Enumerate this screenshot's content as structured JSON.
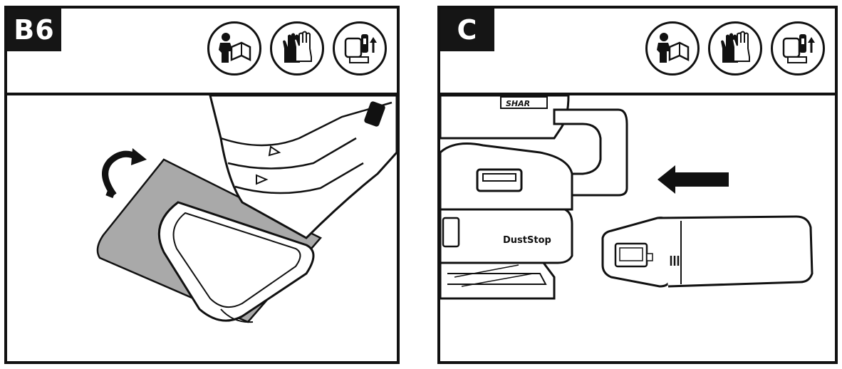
{
  "panels": [
    {
      "step": "B6",
      "icons": [
        "read-manual-icon",
        "wear-gloves-icon",
        "remove-battery-icon"
      ]
    },
    {
      "step": "C",
      "icons": [
        "read-manual-icon",
        "wear-gloves-icon",
        "remove-battery-icon"
      ],
      "labels": {
        "brand_top": "SHAR",
        "brand_dust": "DustStop"
      }
    }
  ],
  "colors": {
    "ink": "#111111",
    "sandpaper": "#a9a9a9",
    "background": "#ffffff"
  }
}
